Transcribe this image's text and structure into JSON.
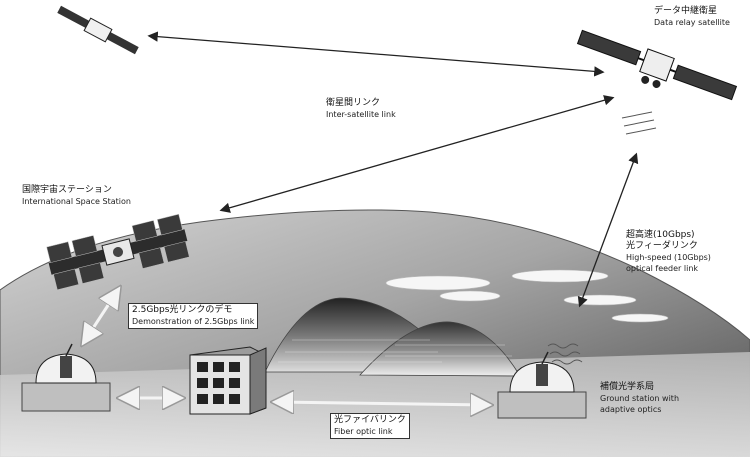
{
  "labels": {
    "data_relay_satellite": {
      "ja": "データ中継衛星",
      "en": "Data relay satellite"
    },
    "inter_satellite_link": {
      "ja": "衛星間リンク",
      "en": "Inter-satellite link"
    },
    "iss": {
      "ja": "国際宇宙ステーション",
      "en": "International Space Station"
    },
    "high_speed_feeder": {
      "ja1": "超高速(10Gbps)",
      "ja2": "光フィーダリンク",
      "en1": "High-speed (10Gbps)",
      "en2": "optical feeder link"
    },
    "demo_link": {
      "ja": "2.5Gbps光リンクのデモ",
      "en": "Demonstration of 2.5Gbps link"
    },
    "ground_station": {
      "ja": "補償光学系局",
      "en1": "Ground station with",
      "en2": "adaptive optics"
    },
    "fiber_link": {
      "ja": "光ファイバリンク",
      "en": "Fiber optic link"
    }
  },
  "colors": {
    "earth_dark": "#3a3a3a",
    "earth_mid": "#8c8c8c",
    "earth_light": "#d9d9d9",
    "line": "#222222",
    "panel": "#333333"
  }
}
